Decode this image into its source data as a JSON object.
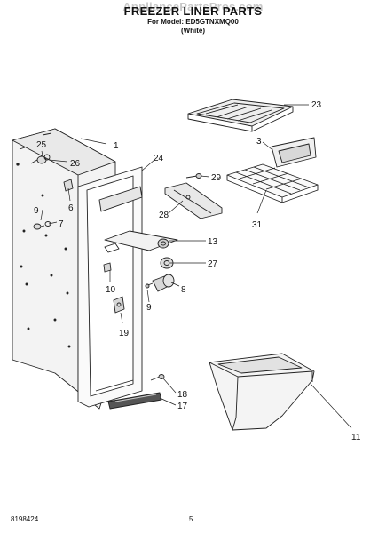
{
  "watermark": "AppliancePartsPros.com",
  "header": {
    "title": "FREEZER LINER PARTS",
    "model_line": "For Model: ED5GTNXMQ00",
    "color_line": "(White)"
  },
  "callouts": [
    "1",
    "25",
    "26",
    "6",
    "9",
    "7",
    "24",
    "23",
    "3",
    "29",
    "28",
    "31",
    "13",
    "27",
    "10",
    "8",
    "9",
    "19",
    "18",
    "17",
    "11"
  ],
  "footer": {
    "doc_number": "8198424",
    "page_number": "5"
  }
}
